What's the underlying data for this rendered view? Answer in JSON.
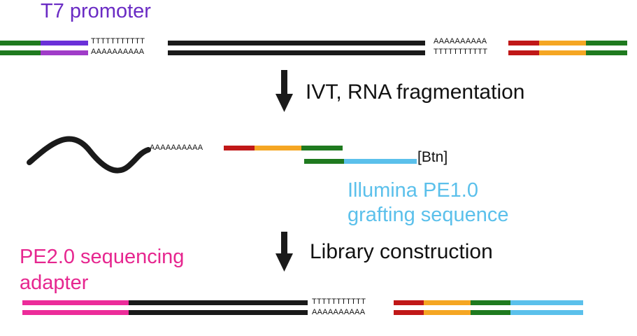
{
  "labels": {
    "t7_promoter": "T7 promoter",
    "step1": "IVT, RNA fragmentation",
    "btn": "[Btn]",
    "illumina_line1": "Illumina PE1.0",
    "illumina_line2": "grafting sequence",
    "pe2_line1": "PE2.0 sequencing",
    "pe2_line2": "adapter",
    "step2": "Library construction"
  },
  "sequences": {
    "polyT": "TTTTTTTTTTT",
    "polyA": "AAAAAAAAAA"
  },
  "colors": {
    "green": "#1f7a1f",
    "purple": "#8a2be2",
    "black": "#1a1a1a",
    "red": "#c01818",
    "orange": "#f5a623",
    "lightblue": "#5bc0eb",
    "magenta": "#ec2c9a",
    "t7_text": "#6a2bc4",
    "illumina_text": "#5bc0eb",
    "pe2_text": "#e6268f"
  }
}
